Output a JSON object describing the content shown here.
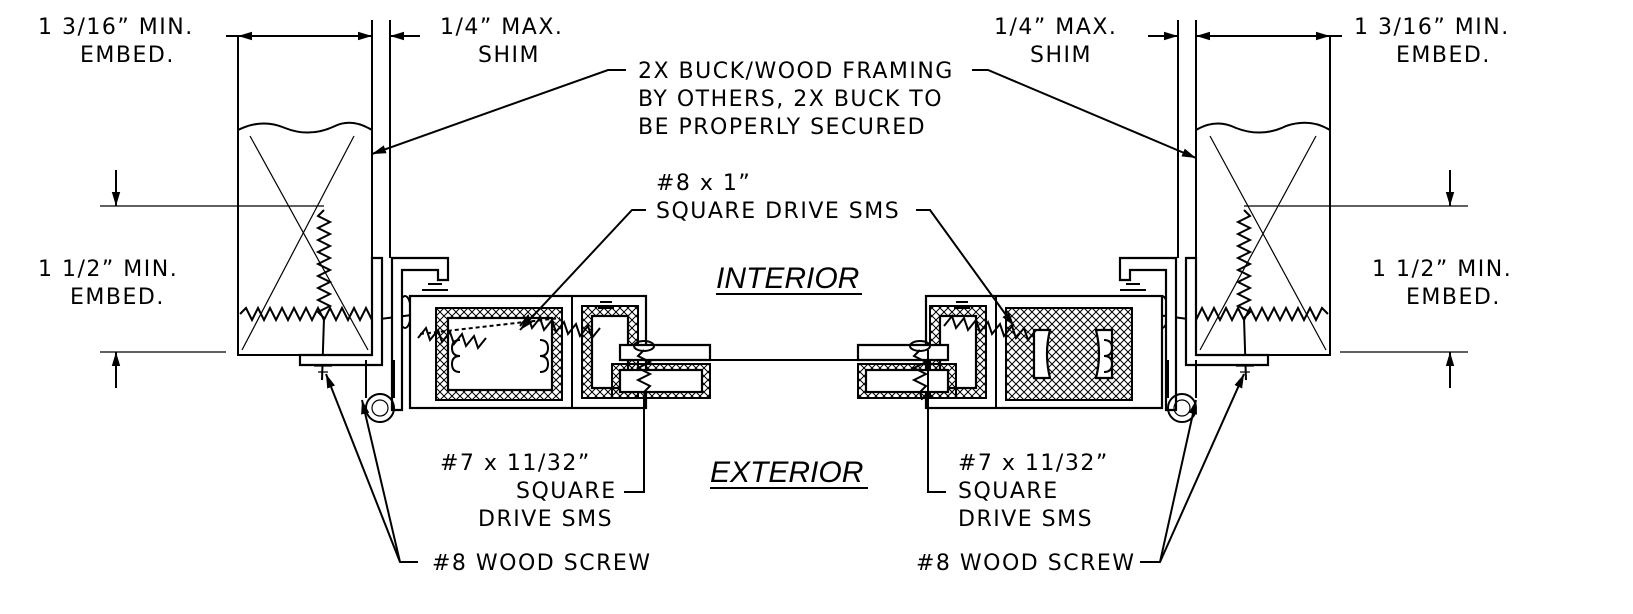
{
  "labels": {
    "left_embed_top_1": "1  3/16” MIN.",
    "left_embed_top_2": "EMBED.",
    "left_shim_1": "1/4” MAX.",
    "left_shim_2": "SHIM",
    "right_shim_1": "1/4” MAX.",
    "right_shim_2": "SHIM",
    "right_embed_top_1": "1  3/16” MIN.",
    "right_embed_top_2": "EMBED.",
    "buck_note_1": "2X BUCK/WOOD FRAMING",
    "buck_note_2": "BY OTHERS, 2X BUCK TO",
    "buck_note_3": "BE PROPERLY SECURED",
    "sms_note_1": "#8 x 1”",
    "sms_note_2": "SQUARE DRIVE SMS",
    "left_embed_side_1": "1  1/2” MIN.",
    "left_embed_side_2": "EMBED.",
    "right_embed_side_1": "1  1/2” MIN.",
    "right_embed_side_2": "EMBED.",
    "interior": "INTERIOR",
    "exterior": "EXTERIOR",
    "left_sms7_1": "#7 x 11/32”",
    "left_sms7_2": "SQUARE",
    "left_sms7_3": "DRIVE SMS",
    "right_sms7_1": "#7 x 11/32”",
    "right_sms7_2": "SQUARE",
    "right_sms7_3": "DRIVE SMS",
    "left_wood_screw": "#8 WOOD SCREW",
    "right_wood_screw": "#8 WOOD SCREW"
  }
}
